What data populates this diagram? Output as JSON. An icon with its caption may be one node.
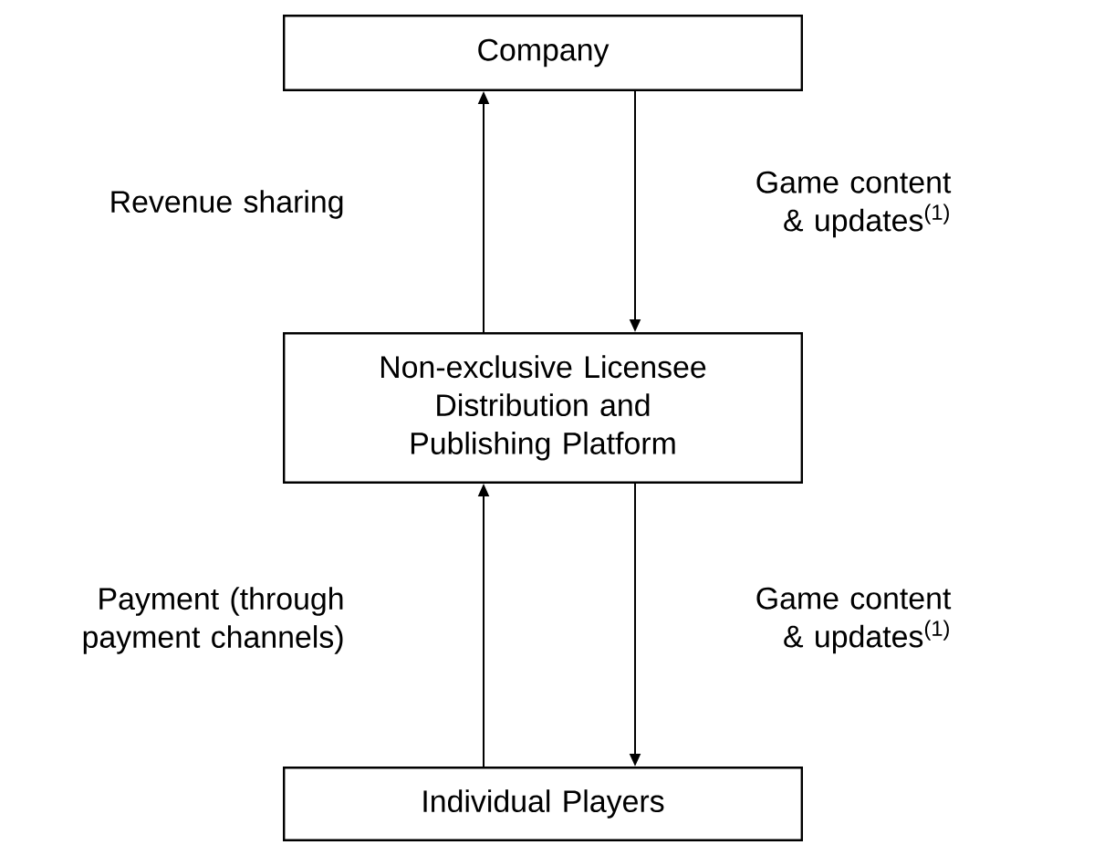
{
  "diagram": {
    "nodes": [
      {
        "text": [
          "Company"
        ]
      },
      {
        "text": [
          "Non-exclusive Licensee Distribution and Publishing Platform"
        ]
      },
      {
        "text": [
          "Individual Players"
        ]
      }
    ],
    "edges": [
      {
        "from": 1,
        "to": 0,
        "arrow": "to",
        "label": "Revenue sharing"
      },
      {
        "from": 0,
        "to": 1,
        "arrow": "to",
        "label": "Game content & updates$^{(1)}$"
      },
      {
        "from": 2,
        "to": 1,
        "arrow": "to",
        "label": "Payment (through payment channels)"
      },
      {
        "from": 1,
        "to": 2,
        "arrow": "to",
        "label": "Game content & updates$^{(1)}$"
      }
    ]
  }
}
